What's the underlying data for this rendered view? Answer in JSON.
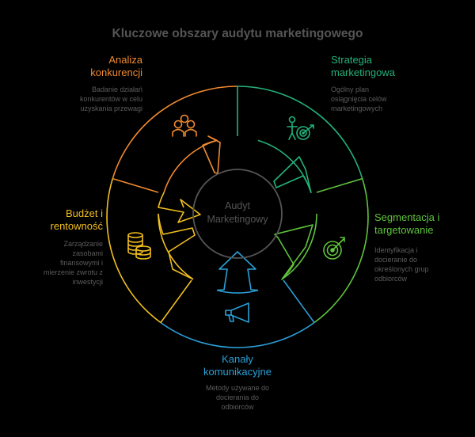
{
  "title": "Kluczowe obszary audytu marketingowego",
  "center": {
    "line1": "Audyt",
    "line2": "Marketingowy"
  },
  "colors": {
    "orange": "#f08a30",
    "teal": "#24b27a",
    "green": "#5fc43c",
    "blue": "#2a9fd6",
    "yellow": "#f2bf1f",
    "gray": "#555555"
  },
  "sections": {
    "analiza": {
      "label": "Analiza\nkonkurencji",
      "desc": "Badanie działań\nkonkurentów w celu\nuzyskania przewagi",
      "icon": "people-icon"
    },
    "strategia": {
      "label": "Strategia\nmarketingowa",
      "desc": "Ogólny plan\nosiągnięcia celów\nmarketingowych",
      "icon": "goal-person-icon"
    },
    "segmentacja": {
      "label": "Segmentacja i\ntargetowanie",
      "desc": "Identyfikacja i\ndocieranie do\nokreślonych grup\nodbiorców",
      "icon": "target-icon"
    },
    "kanaly": {
      "label": "Kanały\nkomunikacyjne",
      "desc": "Metody używane do\ndocierania do\nodbiorców",
      "icon": "megaphone-icon"
    },
    "budzet": {
      "label": "Budżet i\nrentowność",
      "desc": "Zarządzanie\nzasobami\nfinansowymi i\nmierzenie zwrotu z\ninwestycji",
      "icon": "coins-icon"
    }
  }
}
